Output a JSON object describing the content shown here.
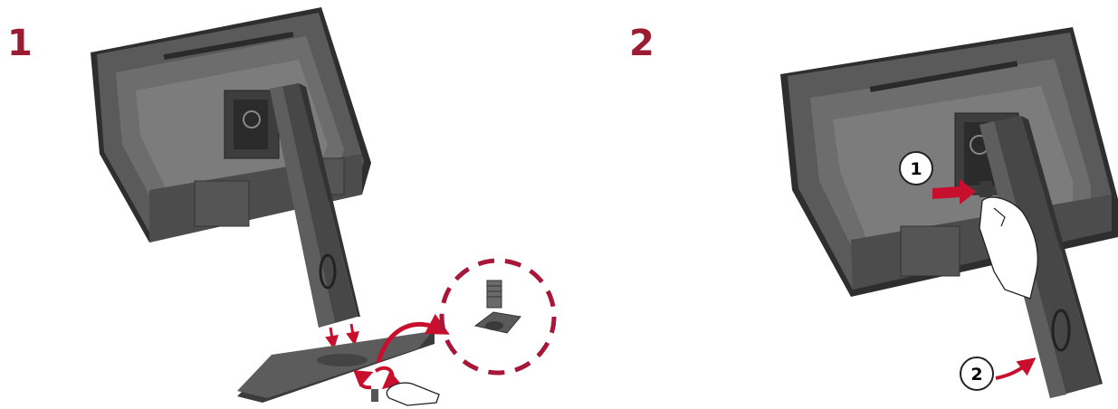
{
  "steps": [
    {
      "number": "1"
    },
    {
      "number": "2"
    }
  ],
  "callouts": [
    {
      "number": "1",
      "icon": "push-arrow-icon"
    },
    {
      "number": "2",
      "icon": "rotate-arrow-icon"
    }
  ],
  "colors": {
    "step_number": "#9b1b30",
    "arrow": "#c8102e",
    "monitor_dark": "#3a3a3a",
    "monitor_mid": "#595959",
    "monitor_light": "#7a7a7a",
    "stand": "#4a4a4a",
    "hand": "#ffffff"
  }
}
